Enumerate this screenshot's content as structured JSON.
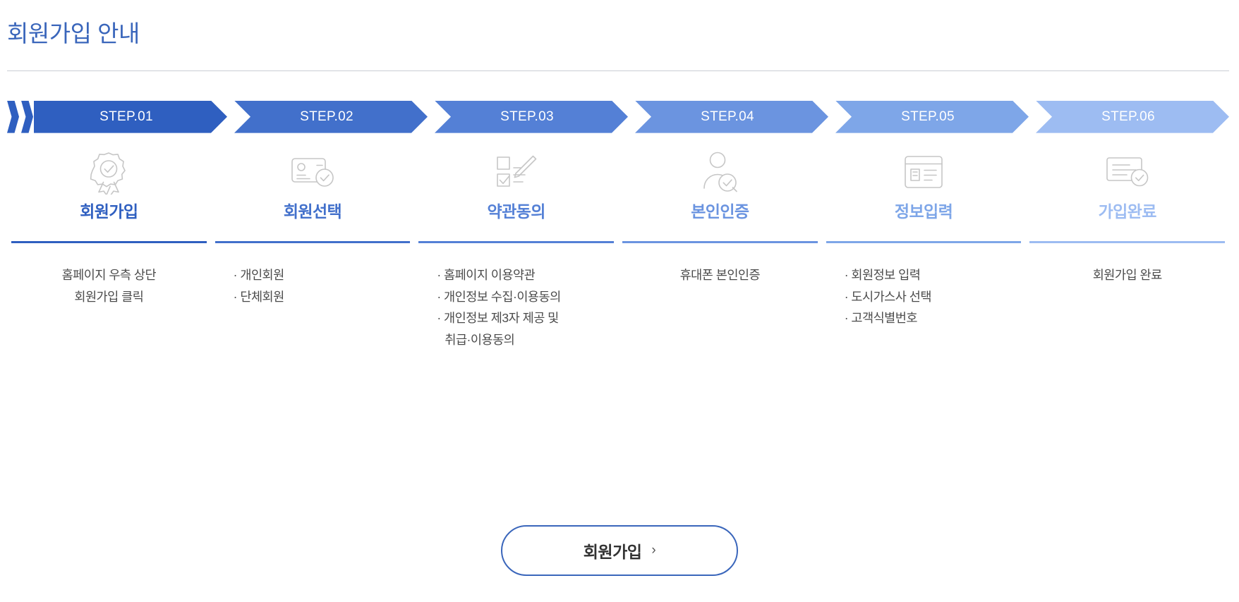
{
  "page": {
    "title": "회원가입 안내",
    "title_color": "#3a66bb"
  },
  "steps": [
    {
      "label": "STEP.01",
      "color": "#2f5fc0"
    },
    {
      "label": "STEP.02",
      "color": "#4270cb"
    },
    {
      "label": "STEP.03",
      "color": "#5480d6"
    },
    {
      "label": "STEP.04",
      "color": "#6b94e0"
    },
    {
      "label": "STEP.05",
      "color": "#7ea6e8"
    },
    {
      "label": "STEP.06",
      "color": "#9dbcf2"
    }
  ],
  "columns": [
    {
      "icon": "badge-check-icon",
      "title": "회원가입",
      "title_color": "#2f5fc0",
      "rule_color": "#2f5fc0",
      "align": "centered",
      "lines": [
        "홈페이지 우측 상단",
        "회원가입 클릭"
      ]
    },
    {
      "icon": "id-card-check-icon",
      "title": "회원선택",
      "title_color": "#4270cb",
      "rule_color": "#4270cb",
      "align": "listed",
      "lines": [
        "· 개인회원",
        "· 단체회원"
      ]
    },
    {
      "icon": "checklist-edit-icon",
      "title": "약관동의",
      "title_color": "#5480d6",
      "rule_color": "#5480d6",
      "align": "listed",
      "lines": [
        "· 홈페이지 이용약관",
        "· 개인정보 수집·이용동의",
        "· 개인정보 제3자 제공 및",
        "취급·이용동의"
      ]
    },
    {
      "icon": "person-verify-icon",
      "title": "본인인증",
      "title_color": "#6b94e0",
      "rule_color": "#6b94e0",
      "align": "centered",
      "lines": [
        "휴대폰 본인인증"
      ]
    },
    {
      "icon": "form-input-icon",
      "title": "정보입력",
      "title_color": "#7ea6e8",
      "rule_color": "#7ea6e8",
      "align": "listed",
      "lines": [
        "· 회원정보 입력",
        "· 도시가스사 선택",
        "· 고객식별번호"
      ]
    },
    {
      "icon": "document-complete-icon",
      "title": "가입완료",
      "title_color": "#9dbcf2",
      "rule_color": "#9dbcf2",
      "align": "centered",
      "lines": [
        "회원가입 완료"
      ]
    }
  ],
  "cta": {
    "label": "회원가입",
    "chevron": "›"
  }
}
